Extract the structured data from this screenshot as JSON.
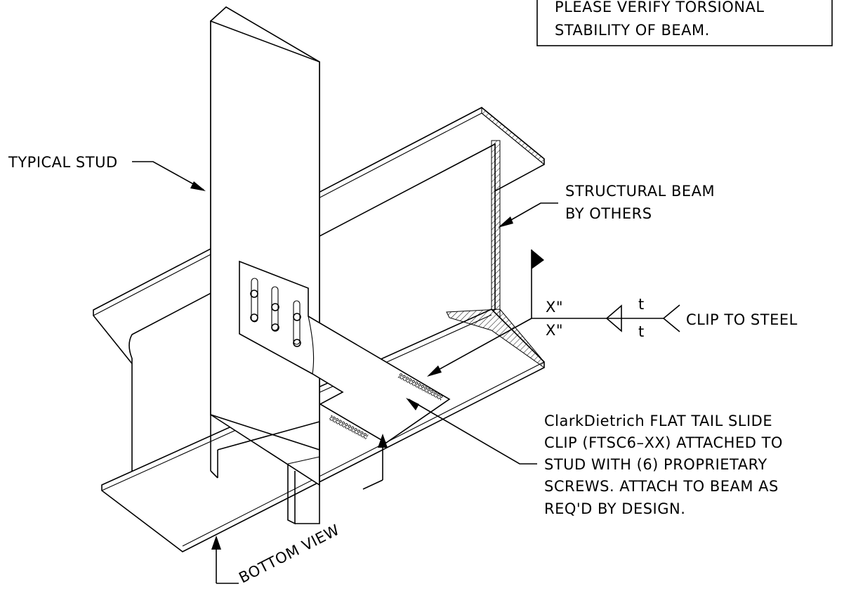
{
  "note_box": {
    "line1": "PLEASE VERIFY TORSIONAL",
    "line2": "STABILITY OF BEAM."
  },
  "labels": {
    "typical_stud": "TYPICAL STUD",
    "beam_line1": "STRUCTURAL BEAM",
    "beam_line2": "BY OTHERS",
    "weld_top": "X\"",
    "weld_bottom": "X\"",
    "weld_t_top": "t",
    "weld_t_bottom": "t",
    "clip_to_steel": "CLIP TO STEEL",
    "bottom_view": "BOTTOM VIEW"
  },
  "clip_note": {
    "line1": "ClarkDietrich FLAT TAIL SLIDE",
    "line2": "CLIP (FTSC6–XX) ATTACHED TO",
    "line3": "STUD WITH (6) PROPRIETARY",
    "line4": "SCREWS.  ATTACH TO BEAM AS",
    "line5": "REQ'D BY DESIGN."
  }
}
